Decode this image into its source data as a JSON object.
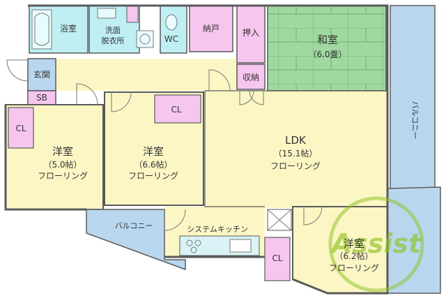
{
  "colors": {
    "floor": "#fbf6c4",
    "wet": "#bfeff3",
    "closet": "#f6c6ef",
    "tatami": "#9fd9a0",
    "balcony": "#b8d7ef",
    "entrance": "#b8d7ef",
    "wall": "#5a5a5a",
    "logo": "#8dc21f"
  },
  "rooms": {
    "bath": "浴室",
    "washroom_line1": "洗面",
    "washroom_line2": "脱衣所",
    "wc": "WC",
    "storage_top": "納戸",
    "oshiire": "押入",
    "washitsu_name": "和室",
    "washitsu_size": "（6.0畳）",
    "shuno": "収納",
    "genkan": "玄関",
    "sb": "SB",
    "cl_left": "CL",
    "cl_mid": "CL",
    "cl_bottom": "CL",
    "room1_name": "洋室",
    "room1_size": "（5.0帖）",
    "room1_floor": "フローリング",
    "room2_name": "洋室",
    "room2_size": "（6.6帖）",
    "room2_floor": "フローリング",
    "ldk_name": "LDK",
    "ldk_size": "（15.1帖）",
    "ldk_floor": "フローリング",
    "room3_name": "洋室",
    "room3_size": "（6.2帖）",
    "room3_floor": "フローリング",
    "kitchen": "システムキッチン",
    "balcony_bottom": "バルコニー",
    "balcony_right": "バルコニー"
  },
  "logo": {
    "text": "Assist",
    "icon": "assist-logo-icon"
  }
}
